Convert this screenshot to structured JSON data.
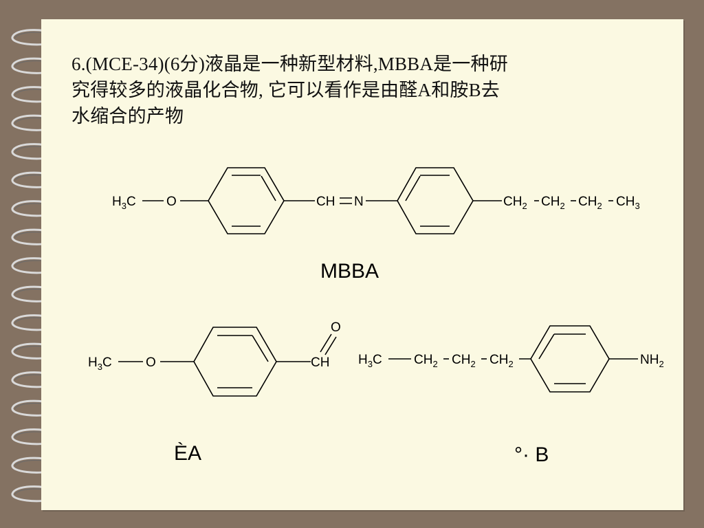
{
  "slide": {
    "question_line1": "6.(MCE-34)(6分)液晶是一种新型材料,MBBA是一种研",
    "question_line2": "究得较多的液晶化合物, 它可以看作是由醛A和胺B去",
    "question_line3": "水缩合的产物"
  },
  "structures": {
    "mbba_name": "MBBA",
    "label_a": "ÈA",
    "label_b": "°· B",
    "mbba": {
      "left_group": "H3C",
      "ether_o": "O",
      "imine_ch": "CH",
      "imine_n": "N",
      "chain": [
        "CH2",
        "CH2",
        "CH2",
        "CH3"
      ]
    },
    "aldehyde_a": {
      "left_group": "H3C",
      "ether_o": "O",
      "carbonyl_o": "O",
      "carbonyl_ch": "CH"
    },
    "amine_b": {
      "chain": [
        "H3C",
        "CH2",
        "CH2",
        "CH2"
      ],
      "amine": "NH2"
    }
  }
}
